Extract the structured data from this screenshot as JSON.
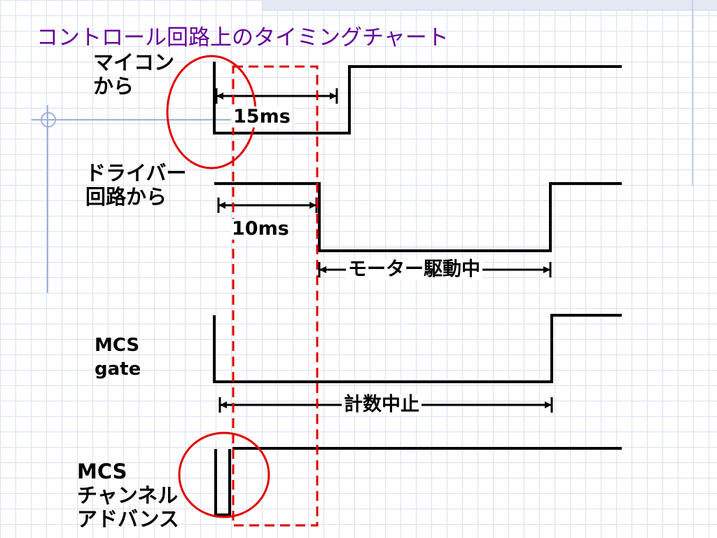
{
  "slide": {
    "title": "コントロール回路上のタイミングチャート"
  },
  "signals": [
    {
      "name": "mcu",
      "label_lines": [
        "マイコン",
        "から"
      ]
    },
    {
      "name": "driver",
      "label_lines": [
        "ドライバー",
        "回路から"
      ]
    },
    {
      "name": "mcs-gate",
      "label_lines": [
        "MCS",
        "gate"
      ]
    },
    {
      "name": "mcs-channel-advance",
      "label_lines": [
        "MCS",
        "チャンネル",
        "アドバンス"
      ]
    }
  ],
  "annotations": {
    "delay_15ms": "15ms",
    "delay_10ms": "10ms",
    "motor_running": "モーター駆動中",
    "count_stop": "計数中止"
  },
  "colors": {
    "title": "#660099",
    "signal_line": "#000000",
    "highlight": "#e00000",
    "grid": "#d8dff0"
  }
}
